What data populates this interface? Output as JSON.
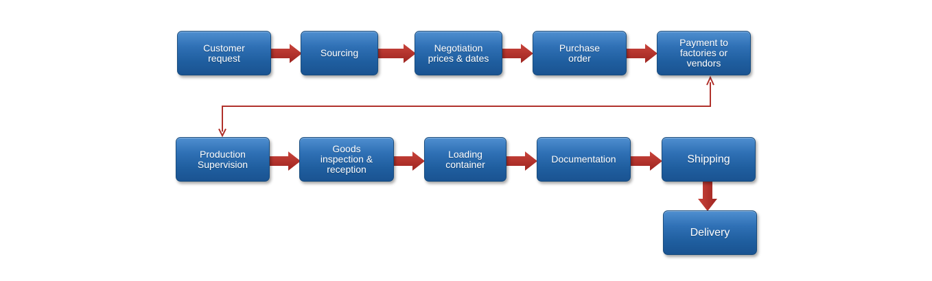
{
  "diagram": {
    "nodes": [
      {
        "id": "customer-request",
        "label": "Customer\nrequest"
      },
      {
        "id": "sourcing",
        "label": "Sourcing"
      },
      {
        "id": "negotiation",
        "label": "Negotiation\nprices & dates"
      },
      {
        "id": "purchase-order",
        "label": "Purchase\norder"
      },
      {
        "id": "payment",
        "label": "Payment to\nfactories or\nvendors"
      },
      {
        "id": "production-supervision",
        "label": "Production\nSupervision"
      },
      {
        "id": "goods-inspection",
        "label": "Goods\ninspection &\nreception"
      },
      {
        "id": "loading-container",
        "label": "Loading\ncontainer"
      },
      {
        "id": "documentation",
        "label": "Documentation"
      },
      {
        "id": "shipping",
        "label": "Shipping"
      },
      {
        "id": "delivery",
        "label": "Delivery"
      }
    ],
    "edges": [
      {
        "from": "customer-request",
        "to": "sourcing"
      },
      {
        "from": "sourcing",
        "to": "negotiation"
      },
      {
        "from": "negotiation",
        "to": "purchase-order"
      },
      {
        "from": "purchase-order",
        "to": "payment"
      },
      {
        "from": "payment",
        "to": "production-supervision"
      },
      {
        "from": "production-supervision",
        "to": "goods-inspection"
      },
      {
        "from": "goods-inspection",
        "to": "loading-container"
      },
      {
        "from": "loading-container",
        "to": "documentation"
      },
      {
        "from": "documentation",
        "to": "shipping"
      },
      {
        "from": "shipping",
        "to": "delivery"
      }
    ],
    "colors": {
      "box": "#2a68ad",
      "arrow": "#b0302a"
    }
  }
}
